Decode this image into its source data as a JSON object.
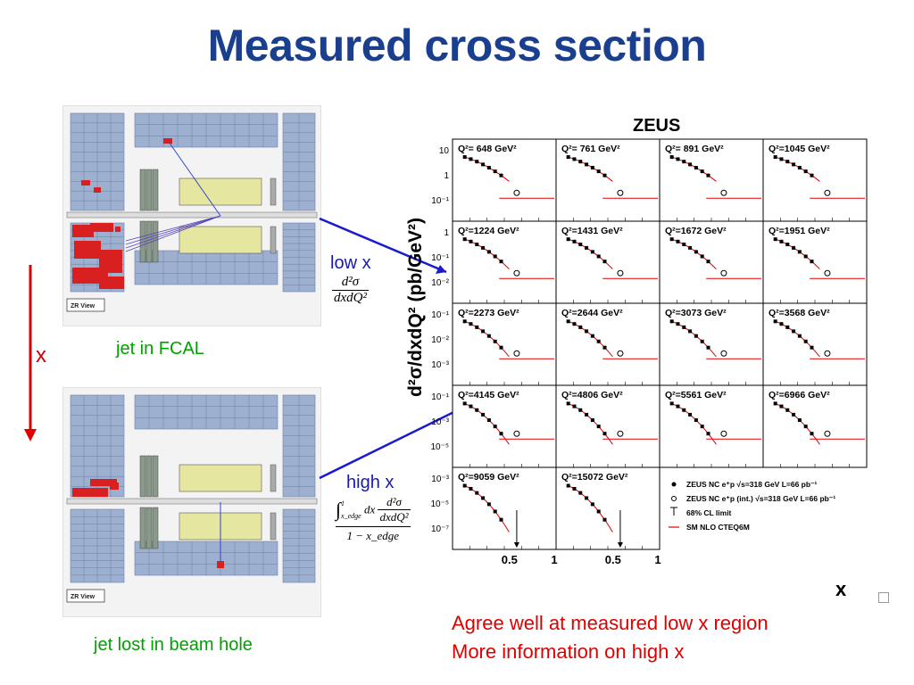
{
  "title": "Measured cross section",
  "left": {
    "caption_top": "jet in FCAL",
    "caption_bottom": "jet lost in beam hole",
    "zr_view_label": "ZR View",
    "x_axis_label": "x"
  },
  "middle": {
    "low_x_label": "low x",
    "high_x_label": "high x",
    "low_formula": {
      "num": "d²σ",
      "den": "dxdQ²"
    },
    "high_formula": {
      "int_upper": "1",
      "int_lower": "x_edge",
      "num": "d²σ",
      "den": "dxdQ²",
      "denominator": "1 − x_edge"
    }
  },
  "right": {
    "experiment": "ZEUS",
    "y_axis_title": "d²σ/dxdQ² (pb/GeV²)",
    "x_axis_title": "x",
    "x_tick_labels": [
      "0.5",
      "1",
      "0.5",
      "1"
    ],
    "panels": [
      [
        "Q²= 648 GeV²",
        "Q²= 761 GeV²",
        "Q²= 891 GeV²",
        "Q²=1045 GeV²"
      ],
      [
        "Q²=1224 GeV²",
        "Q²=1431 GeV²",
        "Q²=1672 GeV²",
        "Q²=1951 GeV²"
      ],
      [
        "Q²=2273 GeV²",
        "Q²=2644 GeV²",
        "Q²=3073 GeV²",
        "Q²=3568 GeV²"
      ],
      [
        "Q²=4145 GeV²",
        "Q²=4806 GeV²",
        "Q²=5561 GeV²",
        "Q²=6966 GeV²"
      ],
      [
        "Q²=9059 GeV²",
        "Q²=15072 GeV²"
      ]
    ],
    "y_tick_labels": [
      [
        "10",
        "1",
        "10⁻¹"
      ],
      [
        "1",
        "10⁻¹",
        "10⁻²"
      ],
      [
        "10⁻¹",
        "10⁻²",
        "10⁻³"
      ],
      [
        "10⁻¹",
        "10⁻³",
        "10⁻⁵"
      ],
      [
        "10⁻³",
        "10⁻⁵",
        "10⁻⁷"
      ]
    ],
    "legend": [
      {
        "symbol": "filled-circle",
        "text": "ZEUS NC e⁺p √s=318 GeV L=66 pb⁻¹"
      },
      {
        "symbol": "open-circle",
        "text": "ZEUS NC e⁺p (int.) √s=318 GeV L=66 pb⁻¹"
      },
      {
        "symbol": "down-arrow",
        "text": "68% CL limit"
      },
      {
        "symbol": "red-line",
        "text": "SM NLO CTEQ6M"
      }
    ]
  },
  "conclusions": [
    "Agree well at measured low x region",
    "More information on high x"
  ],
  "colors": {
    "title": "#1a3f8f",
    "caption": "#00a000",
    "arrow_blue": "#1a1ad0",
    "red": "#e00000"
  }
}
